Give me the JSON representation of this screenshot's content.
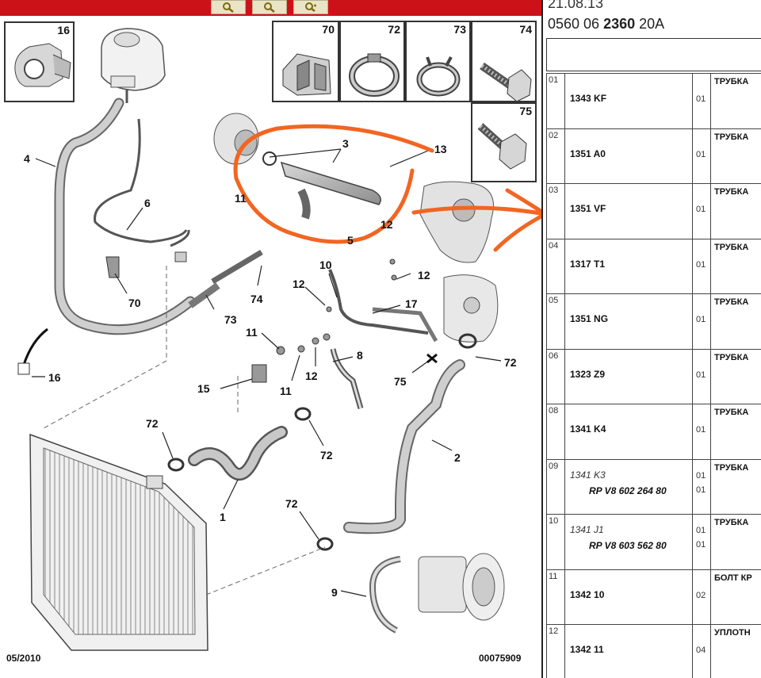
{
  "diagram": {
    "thumbnails": [
      {
        "key": "t16",
        "num": "16"
      },
      {
        "key": "t70",
        "num": "70"
      },
      {
        "key": "t72",
        "num": "72"
      },
      {
        "key": "t73",
        "num": "73"
      },
      {
        "key": "t74",
        "num": "74"
      },
      {
        "key": "t75",
        "num": "75"
      }
    ],
    "callouts": {
      "c3": "3",
      "c13": "13",
      "c4": "4",
      "c6": "6",
      "c11a": "11",
      "c5": "5",
      "c12a": "12",
      "c70": "70",
      "c74": "74",
      "c73": "73",
      "c10": "10",
      "c12b": "12",
      "c12c": "12",
      "c17": "17",
      "c11b": "11",
      "c8": "8",
      "c72a": "72",
      "c16": "16",
      "c15": "15",
      "c11c": "11",
      "c12d": "12",
      "c75": "75",
      "c72b": "72",
      "c72c": "72",
      "c2": "2",
      "c1": "1",
      "c72d": "72",
      "c9": "9"
    },
    "footer_left": "05/2010",
    "footer_right": "00075909",
    "annotation_color": "#f26522",
    "toolbar_color": "#cc1219"
  },
  "parts_panel": {
    "date": "21.08.13",
    "code_prefix": "0560 06 ",
    "code_bold": "2360",
    "code_suffix": " 20A",
    "rows": [
      {
        "idx": "01",
        "ref": "1343 KF",
        "qty": "01",
        "desc": "ТРУБКА"
      },
      {
        "idx": "02",
        "ref": "1351 A0",
        "qty": "01",
        "desc": "ТРУБКА"
      },
      {
        "idx": "03",
        "ref": "1351 VF",
        "qty": "01",
        "desc": "ТРУБКА"
      },
      {
        "idx": "04",
        "ref": "1317 T1",
        "qty": "01",
        "desc": "ТРУБКА"
      },
      {
        "idx": "05",
        "ref": "1351 NG",
        "qty": "01",
        "desc": "ТРУБКА"
      },
      {
        "idx": "06",
        "ref": "1323 Z9",
        "qty": "01",
        "desc": "ТРУБКА"
      },
      {
        "idx": "08",
        "ref": "1341 K4",
        "qty": "01",
        "desc": "ТРУБКА"
      },
      {
        "idx": "09",
        "ref": "1341 K3",
        "ref_sub": "RP V8 602 264 80",
        "qty": "01",
        "qty_sub": "01",
        "desc": "ТРУБКА"
      },
      {
        "idx": "10",
        "ref": "1341 J1",
        "ref_sub": "RP V8 603 562 80",
        "qty": "01",
        "qty_sub": "01",
        "desc": "ТРУБКА"
      },
      {
        "idx": "11",
        "ref": "1342 10",
        "qty": "02",
        "desc": "БОЛТ КР"
      },
      {
        "idx": "12",
        "ref": "1342 11",
        "qty": "04",
        "desc": "УПЛОТН"
      }
    ]
  }
}
